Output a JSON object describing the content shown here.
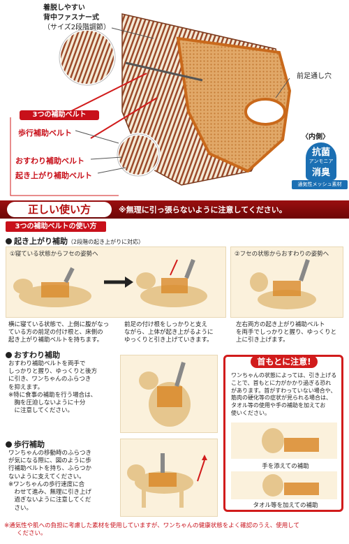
{
  "hero": {
    "zipper_label": [
      "着脱しやすい",
      "背中ファスナー式",
      "（サイズ2段階調節）"
    ],
    "front_leg_hole": "前足通し穴",
    "belts_title": "3つの補助ベルト",
    "belt_walk": "歩行補助ベルト",
    "belt_sit": "おすわり補助ベルト",
    "belt_standup": "起き上がり補助ベルト",
    "inside_label": "〈内側〉",
    "badge_top": "抗菌",
    "badge_mid": "アンモニア",
    "badge_bottom": "消臭",
    "badge_sub": "通気性メッシュ素材"
  },
  "heading": {
    "title": "正しい使い方",
    "note": "※無理に引っ張らないように注意してください。"
  },
  "usage_title": "3つの補助ベルトの使い方",
  "standup": {
    "title": "起き上がり補助",
    "note": "（2段階の起き上がりに対応）",
    "step1_caption": "①寝ている状態からフセの姿勢へ",
    "step2_caption": "②フセの状態からおすわりの姿勢へ",
    "desc1": [
      "横に寝ている状態で、上側に腹がなっ",
      "ている方の前足の付け根と、床側の",
      "起き上がり補助ベルトを持ちます。"
    ],
    "desc2": [
      "前足の付け根をしっかりと支え",
      "ながら、上体が起き上がるように",
      "ゆっくりと引き上げていきます。"
    ],
    "desc3": [
      "左右両方の起き上がり補助ベルト",
      "を両手でしっかりと握り、ゆっくりと",
      "上に引き上げます。"
    ]
  },
  "sit": {
    "title": "おすわり補助",
    "desc": [
      "おすわり補助ベルトを両手で",
      "しっかりと握り、ゆっくりと後方",
      "に引き、ワンちゃんのふらつき",
      "を抑えます。",
      "※特に食事の補助を行う場合は、",
      "　胸を圧迫しないように十分",
      "　に注意してください。"
    ]
  },
  "walk": {
    "title": "歩行補助",
    "desc": [
      "ワンちゃんの移動時のふらつき",
      "が気になる際に、図のように歩",
      "行補助ベルトを持ち、ふらつか",
      "ないように支えてください。",
      "※ワンちゃんの歩行速度に合",
      "　わせて進み、無理に引き上げ",
      "　過ぎないように注意してくだ",
      "　さい。"
    ]
  },
  "caution": {
    "title": "首もとに注意!",
    "body": [
      "ワンちゃんの状態によっては、引き上げる",
      "ことで、首もとに力がかかり過ぎる恐れ",
      "があります。首がすわっていない場合や、",
      "筋肉の硬化等の症状が見られる場合は、",
      "タオル等の使用や手の補助を加えてお",
      "使いください。"
    ],
    "img1_caption": "手を添えての補助",
    "img2_caption": "タオル等を加えての補助"
  },
  "footer": [
    "※通気性や肌への負担に考慮した素材を使用していますが、ワンちゃんの健康状態をよく確認のうえ、使用して",
    "ください。"
  ],
  "colors": {
    "accent": "#c8101a",
    "heading_bar": "#8a0c0c",
    "panel": "#fbf1dc",
    "badge": "#1b6fb3",
    "harness": "#d98a2b",
    "dog": "#e6c68e"
  }
}
